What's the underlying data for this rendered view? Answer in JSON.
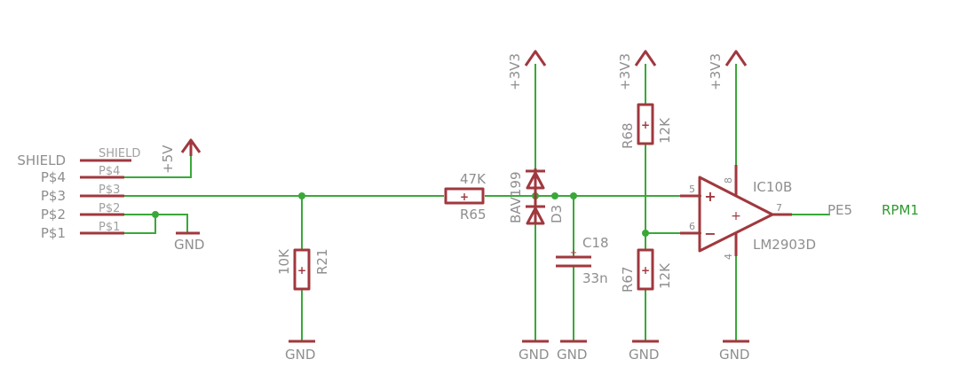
{
  "connector": {
    "pins": [
      "SHIELD",
      "P$4",
      "P$3",
      "P$2",
      "P$1"
    ],
    "pin_labels": [
      "SHIELD",
      "P$4",
      "P$3",
      "P$2",
      "P$1"
    ]
  },
  "supplies": {
    "plus5v": "+5V",
    "plus3v3_a": "+3V3",
    "plus3v3_b": "+3V3",
    "plus3v3_c": "+3V3"
  },
  "grounds": {
    "connector": "GND",
    "r21": "GND",
    "d3": "GND",
    "c18": "GND",
    "r67": "GND",
    "ic": "GND"
  },
  "components": {
    "r21": {
      "name": "R21",
      "value": "10K"
    },
    "r65": {
      "name": "R65",
      "value": "47K"
    },
    "d3": {
      "name": "D3",
      "value": "BAV199"
    },
    "c18": {
      "name": "C18",
      "value": "33n"
    },
    "r68": {
      "name": "R68",
      "value": "12K"
    },
    "r67": {
      "name": "R67",
      "value": "12K"
    },
    "ic": {
      "name": "IC10B",
      "value": "LM2903D",
      "pin_plus": "5",
      "pin_minus": "6",
      "pin_out": "7",
      "pin_vcc": "8",
      "pin_gnd": "4"
    }
  },
  "nets": {
    "pe5": "PE5",
    "rpm1": "RPM1"
  }
}
